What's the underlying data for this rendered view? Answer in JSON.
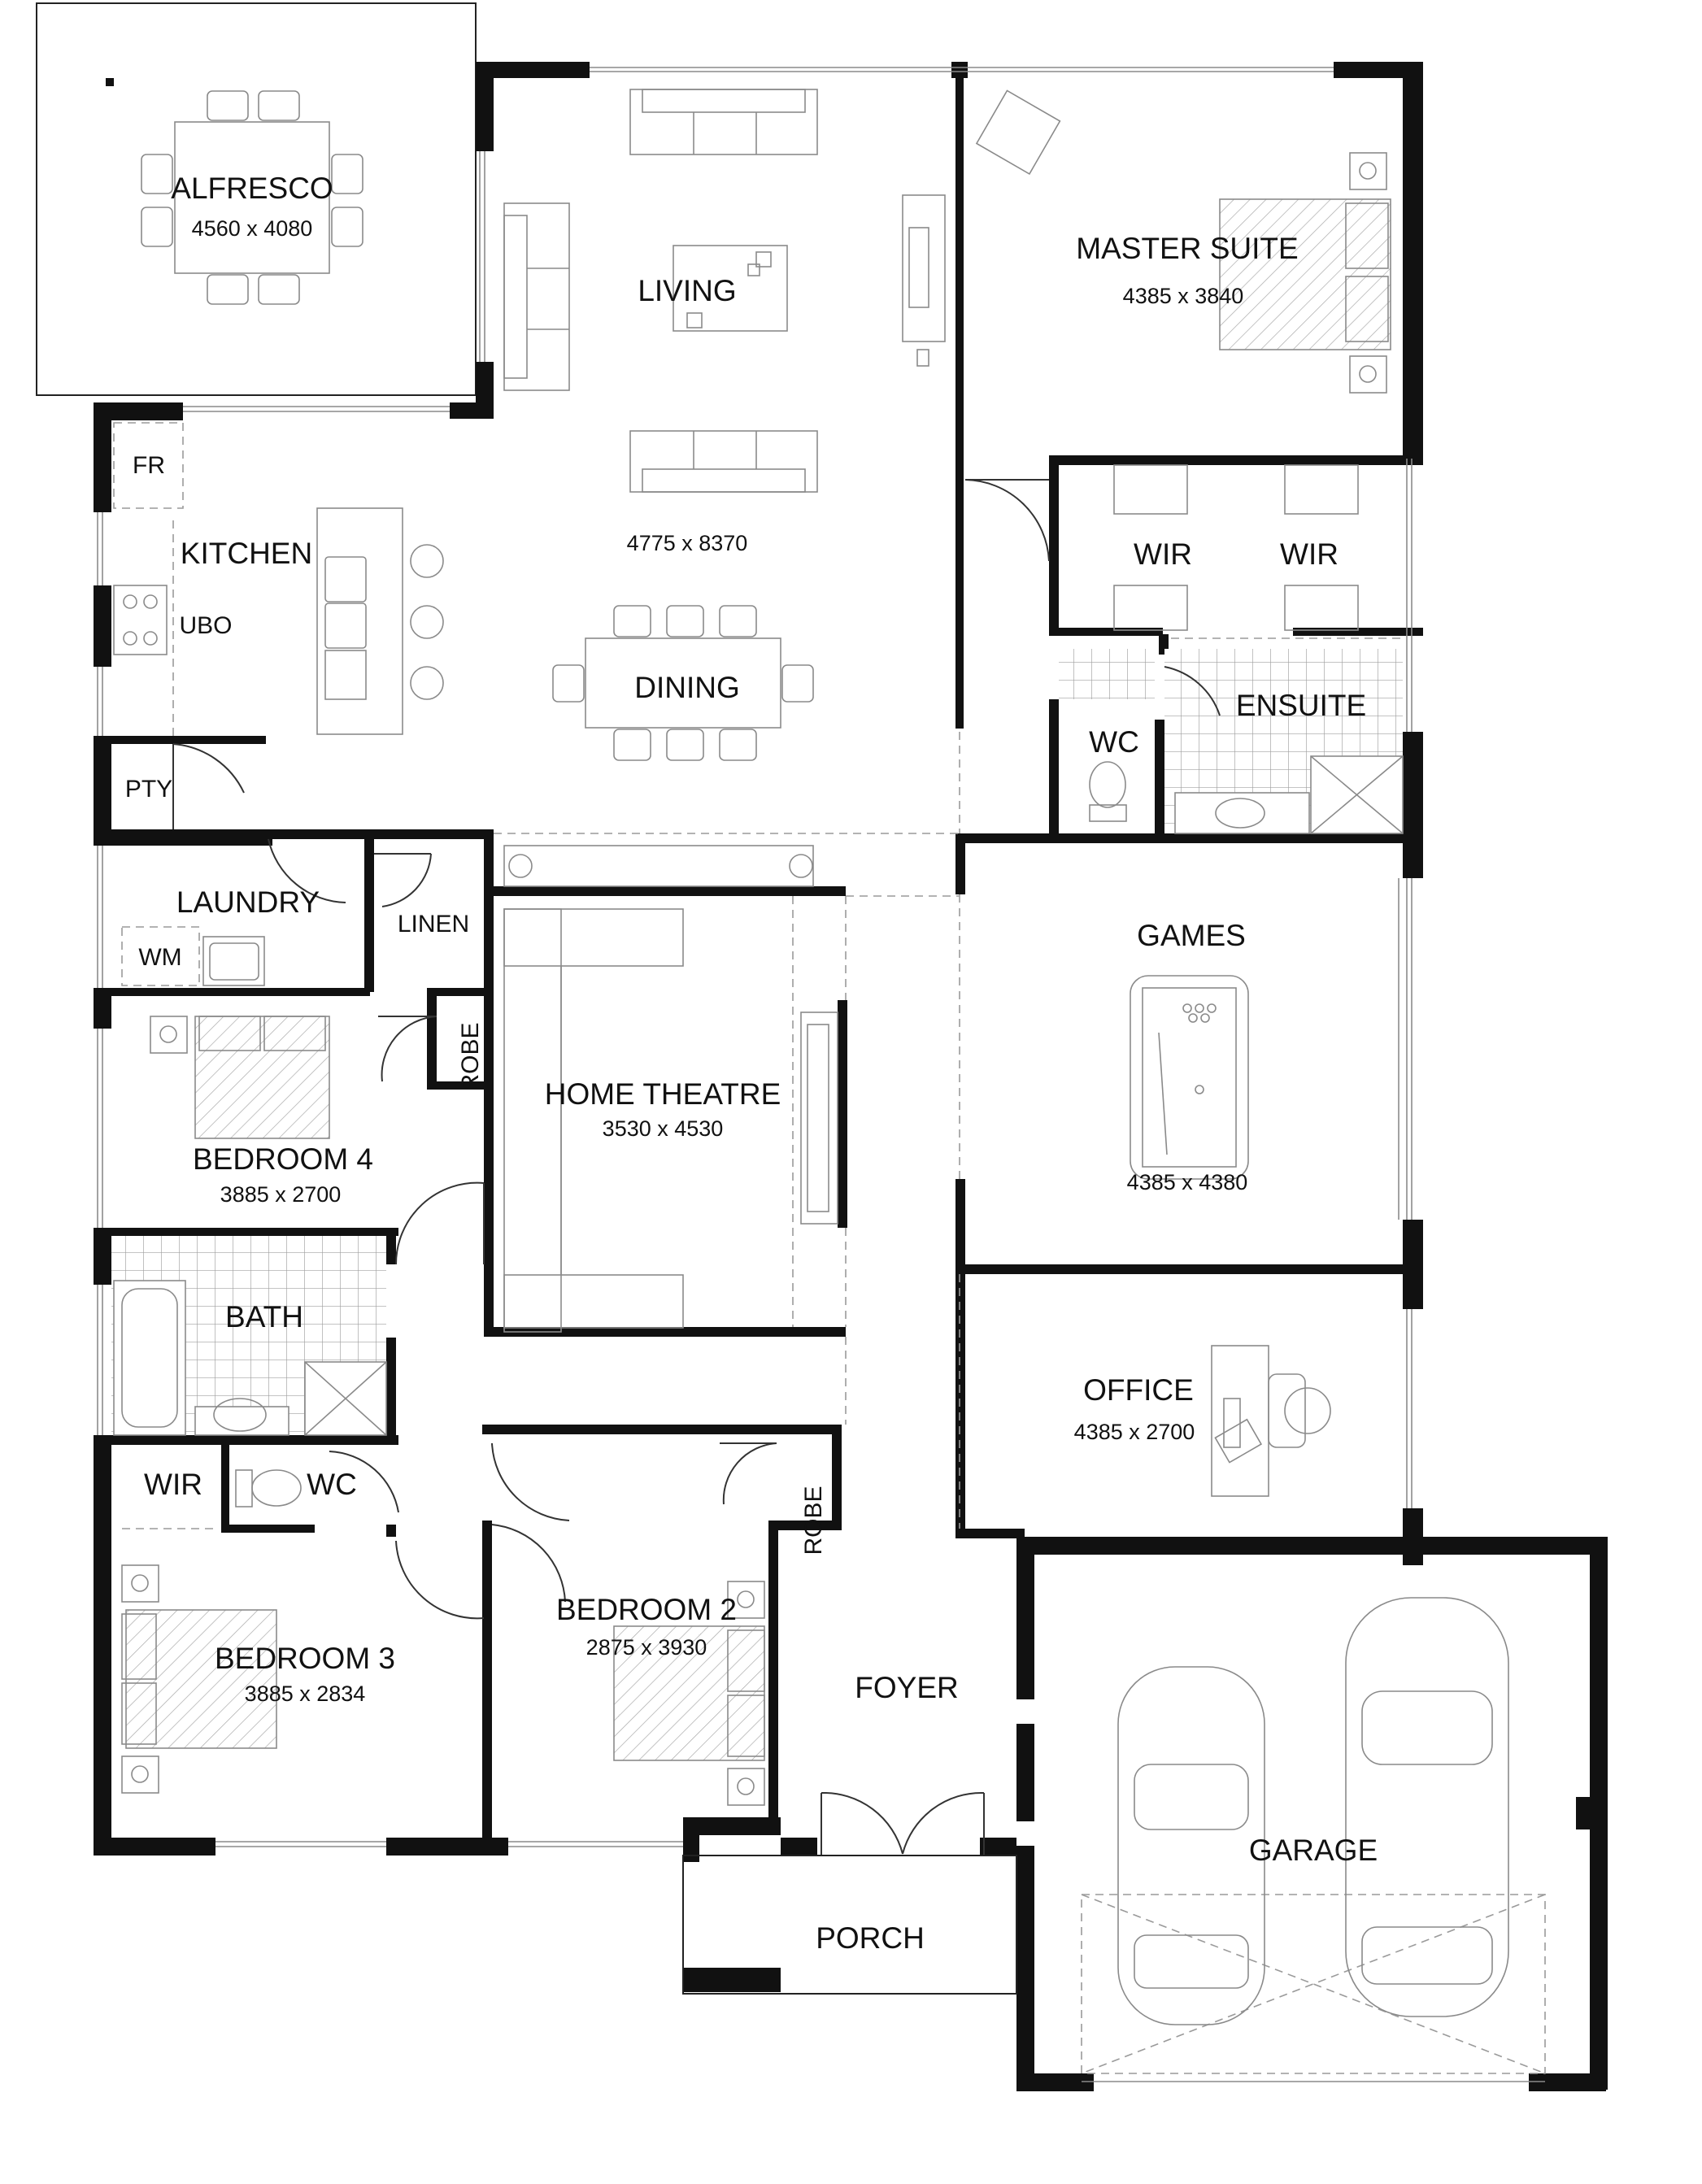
{
  "plan": {
    "rooms": {
      "alfresco": {
        "name": "ALFRESCO",
        "dims": "4560 x 4080"
      },
      "living": {
        "name": "LIVING"
      },
      "living_dining_dims": "4775 x 8370",
      "dining": {
        "name": "DINING"
      },
      "master_suite": {
        "name": "MASTER SUITE",
        "dims": "4385 x 3840"
      },
      "wir_left": {
        "name": "WIR"
      },
      "wir_right": {
        "name": "WIR"
      },
      "ensuite": {
        "name": "ENSUITE"
      },
      "wc_ensuite": {
        "name": "WC"
      },
      "fr": {
        "name": "FR"
      },
      "kitchen": {
        "name": "KITCHEN"
      },
      "ubo": {
        "name": "UBO"
      },
      "pty": {
        "name": "PTY"
      },
      "laundry": {
        "name": "LAUNDRY"
      },
      "wm": {
        "name": "WM"
      },
      "linen": {
        "name": "LINEN"
      },
      "games": {
        "name": "GAMES",
        "dims": "4385 x 4380"
      },
      "home_theatre": {
        "name": "HOME THEATRE",
        "dims": "3530 x 4530"
      },
      "bedroom4": {
        "name": "BEDROOM 4",
        "dims": "3885 x 2700"
      },
      "robe4": {
        "name": "ROBE"
      },
      "bath": {
        "name": "BATH"
      },
      "office": {
        "name": "OFFICE",
        "dims": "4385 x 2700"
      },
      "wir_bed3": {
        "name": "WIR"
      },
      "wc_main": {
        "name": "WC"
      },
      "bedroom3": {
        "name": "BEDROOM 3",
        "dims": "3885 x 2834"
      },
      "bedroom2": {
        "name": "BEDROOM 2",
        "dims": "2875 x 3930"
      },
      "robe2": {
        "name": "ROBE"
      },
      "foyer": {
        "name": "FOYER"
      },
      "garage": {
        "name": "GARAGE"
      },
      "porch": {
        "name": "PORCH"
      }
    }
  }
}
